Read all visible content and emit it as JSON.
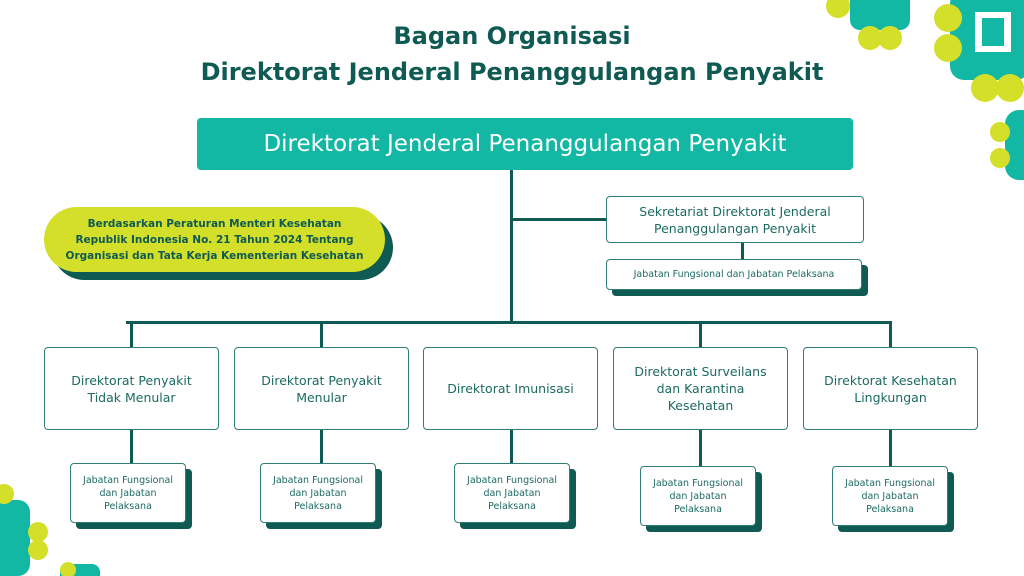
{
  "title": {
    "line1": "Bagan Organisasi",
    "line2": "Direktorat Jenderal Penanggulangan Penyakit"
  },
  "root": {
    "label": "Direktorat Jenderal Penanggulangan Penyakit"
  },
  "callout": {
    "text": "Berdasarkan Peraturan Menteri Kesehatan Republik Indonesia No. 21 Tahun 2024 Tentang Organisasi dan Tata Kerja Kementerian Kesehatan"
  },
  "secretariat": {
    "label": "Sekretariat Direktorat Jenderal Penanggulangan Penyakit",
    "sub": "Jabatan Fungsional dan Jabatan Pelaksana"
  },
  "directorates": [
    {
      "label": "Direktorat Penyakit Tidak Menular",
      "sub": "Jabatan Fungsional dan Jabatan Pelaksana"
    },
    {
      "label": "Direktorat Penyakit Menular",
      "sub": "Jabatan Fungsional dan Jabatan Pelaksana"
    },
    {
      "label": "Direktorat Imunisasi",
      "sub": "Jabatan Fungsional dan Jabatan Pelaksana"
    },
    {
      "label": "Direktorat Surveilans dan Karantina Kesehatan",
      "sub": "Jabatan Fungsional dan Jabatan Pelaksana"
    },
    {
      "label": "Direktorat Kesehatan Lingkungan",
      "sub": "Jabatan Fungsional dan Jabatan Pelaksana"
    }
  ],
  "colors": {
    "teal": "#12b8a4",
    "lime": "#d4df2a",
    "dark": "#0f5a52"
  }
}
